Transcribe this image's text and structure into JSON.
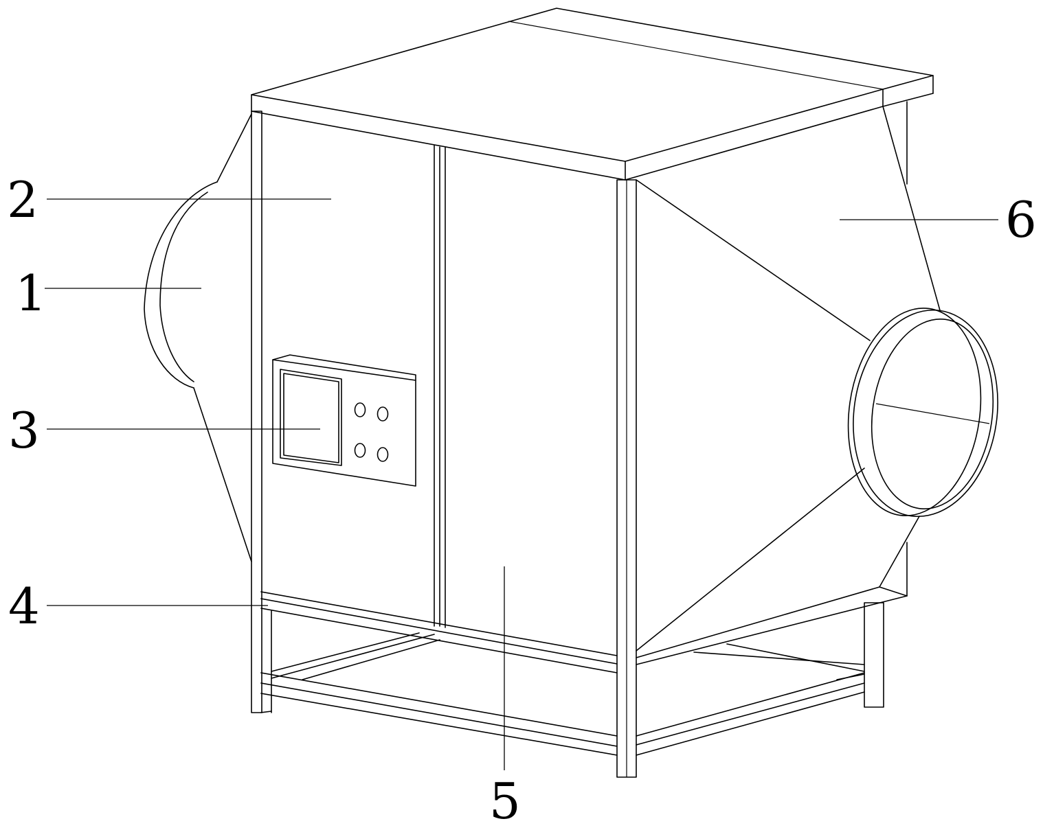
{
  "figure": {
    "callouts": [
      {
        "id": "c1",
        "label": "1"
      },
      {
        "id": "c2",
        "label": "2"
      },
      {
        "id": "c3",
        "label": "3"
      },
      {
        "id": "c4",
        "label": "4"
      },
      {
        "id": "c5",
        "label": "5"
      },
      {
        "id": "c6",
        "label": "6"
      }
    ],
    "colors": {
      "line": "#000000",
      "background": "#ffffff"
    }
  }
}
